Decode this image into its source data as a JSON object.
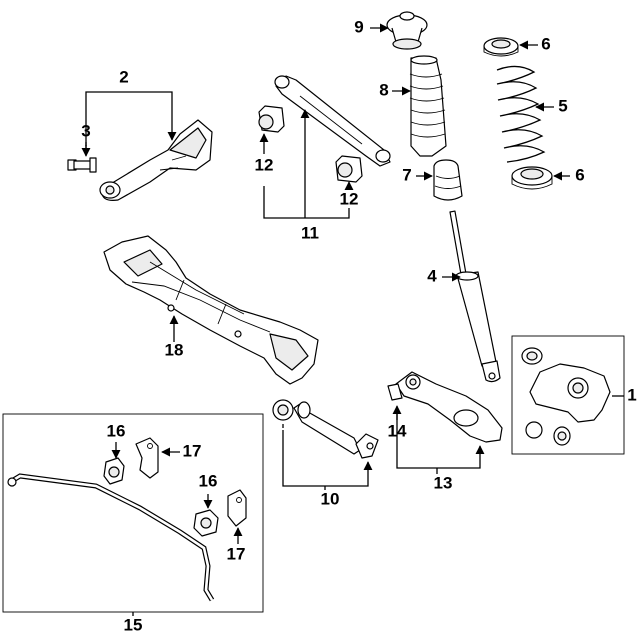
{
  "diagram": {
    "callouts": {
      "n1": "1",
      "n2": "2",
      "n3": "3",
      "n4": "4",
      "n5": "5",
      "n6a": "6",
      "n6b": "6",
      "n7": "7",
      "n8": "8",
      "n9": "9",
      "n10": "10",
      "n11": "11",
      "n12a": "12",
      "n12b": "12",
      "n13": "13",
      "n14": "14",
      "n15": "15",
      "n16a": "16",
      "n16b": "16",
      "n17a": "17",
      "n17b": "17",
      "n18": "18"
    }
  }
}
